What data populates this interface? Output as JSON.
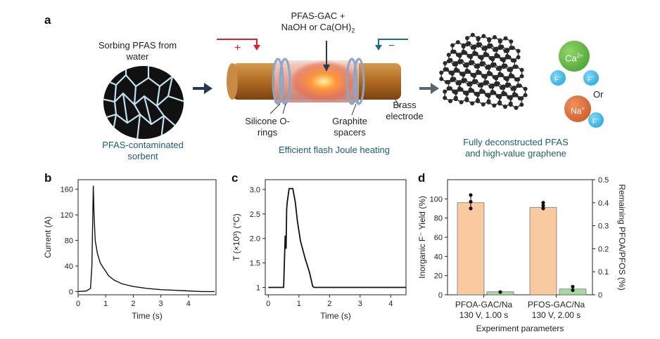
{
  "panel_a": {
    "label": "a",
    "sorb_caption": "Sorbing PFAS from water",
    "contam_caption": "PFAS-contaminated sorbent",
    "precursor_line1": "PFAS-GAC +",
    "precursor_line2": "NaOH or Ca(OH)",
    "precursor_sub": "2",
    "plus": "+",
    "minus": "−",
    "silicone_caption": "Silicone O-rings",
    "graphite_caption": "Graphite spacers",
    "brass_caption": "Brass electrode",
    "fjh_caption": "Efficient flash Joule heating",
    "product_caption": "Fully deconstructed PFAS and high-value graphene",
    "ca_label": "Ca",
    "ca_sup": "2+",
    "na_label": "Na",
    "na_sup": "+",
    "f_label": "F",
    "f_sup": "−",
    "or_label": "Or"
  },
  "chart_data": [
    {
      "panel": "b",
      "type": "line",
      "xlabel": "Time (s)",
      "ylabel": "Current (A)",
      "xlim": [
        0,
        5
      ],
      "ylim": [
        -5,
        175
      ],
      "xticks": [
        0,
        1,
        2,
        3,
        4
      ],
      "yticks": [
        0,
        40,
        80,
        120,
        160
      ],
      "x": [
        0,
        0.3,
        0.45,
        0.5,
        0.55,
        0.58,
        0.62,
        0.7,
        0.8,
        0.9,
        1.0,
        1.1,
        1.3,
        1.6,
        2.0,
        2.5,
        3.0,
        3.5,
        4.0,
        4.5,
        4.95
      ],
      "y": [
        0,
        1,
        5,
        40,
        165,
        120,
        80,
        60,
        45,
        38,
        32,
        25,
        18,
        12,
        8,
        5,
        3,
        2,
        1,
        0,
        0
      ]
    },
    {
      "panel": "c",
      "type": "line",
      "xlabel": "Time (s)",
      "ylabel": "T (×10³) (°C)",
      "xlim": [
        -0.1,
        4.5
      ],
      "ylim": [
        0.85,
        3.2
      ],
      "xticks": [
        0,
        1,
        2,
        3,
        4
      ],
      "yticks": [
        1,
        1.5,
        2.0,
        2.5,
        3.0
      ],
      "x": [
        0,
        0.5,
        0.55,
        0.58,
        0.6,
        0.62,
        0.68,
        0.72,
        0.8,
        0.88,
        0.95,
        1.05,
        1.2,
        1.35,
        1.45,
        1.5,
        2.5,
        3.5,
        4.5
      ],
      "y": [
        1,
        1,
        2.05,
        1.8,
        2.6,
        2.75,
        3.02,
        3.02,
        3.02,
        2.75,
        2.35,
        1.95,
        1.6,
        1.3,
        1.02,
        1,
        1,
        1,
        1
      ]
    },
    {
      "panel": "d",
      "type": "bar",
      "xlabel": "Experiment parameters",
      "ylabel": "Inorganic F⁻ Yield (%)",
      "ylabel_right": "Remaining PFOA/PFOS (%)",
      "categories": [
        "PFOA-GAC/Na 130 V, 1.00 s",
        "PFOS-GAC/Na 130 V, 2.00 s"
      ],
      "category_line1": [
        "PFOA-GAC/Na",
        "PFOS-GAC/Na"
      ],
      "category_line2": [
        "130 V, 1.00 s",
        "130 V, 2.00 s"
      ],
      "ylim": [
        0,
        120
      ],
      "yticks": [
        0,
        20,
        40,
        60,
        80,
        100
      ],
      "ylim_right": [
        0,
        0.5
      ],
      "yticks_right": [
        "0",
        "0.1",
        "0.2",
        "0.3",
        "0.4",
        "0.5"
      ],
      "series": [
        {
          "axis": "left",
          "color": "#f9c9a0",
          "values": [
            96,
            91
          ],
          "points": [
            [
              104,
              97,
              90
            ],
            [
              96,
              93,
              90
            ]
          ]
        },
        {
          "axis": "right",
          "color": "#a8d8a4",
          "values": [
            0.013,
            0.025
          ],
          "points": [
            [
              0.012
            ],
            [
              0.035,
              0.02
            ]
          ]
        }
      ]
    }
  ]
}
